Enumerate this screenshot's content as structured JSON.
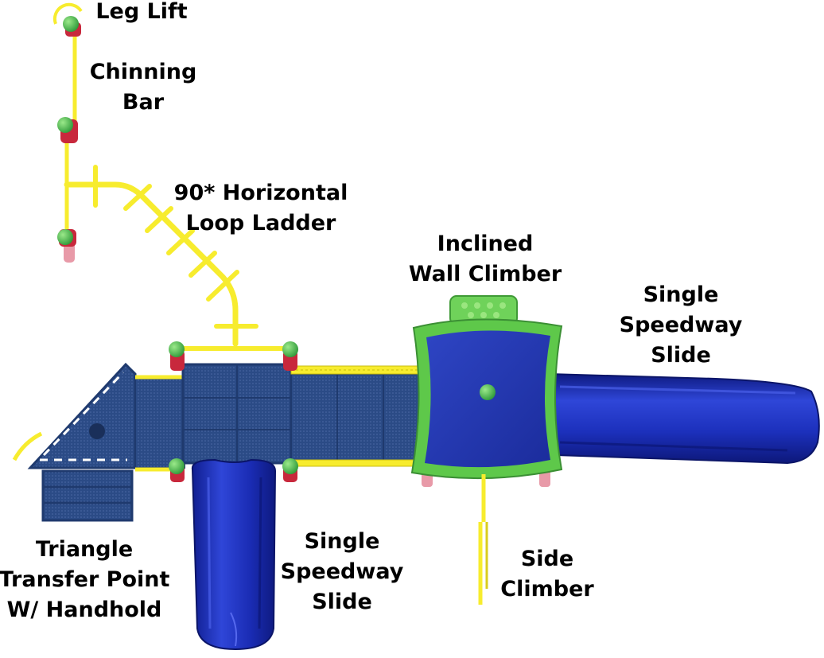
{
  "labels": {
    "leg_lift": [
      "Leg Lift"
    ],
    "chinning_bar": [
      "Chinning",
      "Bar"
    ],
    "loop_ladder": [
      "90* Horizontal",
      "Loop Ladder"
    ],
    "wall_climber": [
      "Inclined",
      "Wall Climber"
    ],
    "slide_right": [
      "Single",
      "Speedway",
      "Slide"
    ],
    "triangle": [
      "Triangle",
      "Transfer Point",
      "W/ Handhold"
    ],
    "slide_bottom": [
      "Single",
      "Speedway",
      "Slide"
    ],
    "side_climber": [
      "Side",
      "Climber"
    ]
  },
  "colors": {
    "deck_blue": "#2c4f8e",
    "deck_dark": "#1f3a6e",
    "slide_blue": "#1e2fb8",
    "slide_light": "#3d52e0",
    "rail_yellow": "#f7ec2e",
    "green": "#5ec84a",
    "post_red": "#c8283c",
    "post_pink": "#e89aa8",
    "cap_green": "#43b04a"
  }
}
